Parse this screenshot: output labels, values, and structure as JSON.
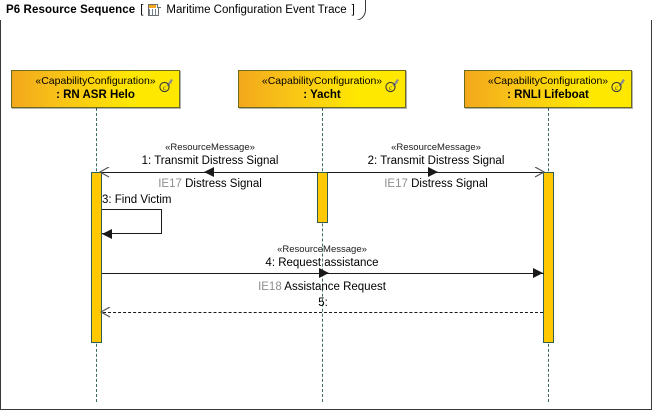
{
  "frame": {
    "title": "P6 Resource Sequence",
    "bracket_open": "[",
    "bracket_close": "]",
    "reference": "Maritime Configuration Event Trace",
    "icon": "diagram-document-icon"
  },
  "colors": {
    "lifeline_head_left": "#f3a81c",
    "lifeline_head_right": "#ffe800",
    "activation_fill": "#ffc800",
    "activation_border": "#2f5f4f",
    "lifeline_dash": "#3f6b63",
    "message_line": "#1a1a1a",
    "payload_id_text": "#8f8f8f",
    "frame_border": "#3a3a3a"
  },
  "lifelines": [
    {
      "id": "rn-asr-helo",
      "stereotype": "«CapabilityConfiguration»",
      "name": ": RN ASR Helo",
      "icon": "capability-configuration-icon"
    },
    {
      "id": "yacht",
      "stereotype": "«CapabilityConfiguration»",
      "name": ": Yacht",
      "icon": "capability-configuration-icon"
    },
    {
      "id": "rnli-lifeboat",
      "stereotype": "«CapabilityConfiguration»",
      "name": ": RNLI Lifeboat",
      "icon": "capability-configuration-icon"
    }
  ],
  "messages": [
    {
      "seq": "1",
      "stereotype": "«ResourceMessage»",
      "label": "1: Transmit Distress Signal",
      "payload_id": "IE17",
      "payload_name": "Distress Signal",
      "from": "yacht",
      "to": "rn-asr-helo",
      "direction": "left",
      "style": "solid"
    },
    {
      "seq": "2",
      "stereotype": "«ResourceMessage»",
      "label": "2: Transmit Distress Signal",
      "payload_id": "IE17",
      "payload_name": "Distress Signal",
      "from": "yacht",
      "to": "rnli-lifeboat",
      "direction": "right",
      "style": "solid"
    },
    {
      "seq": "3",
      "stereotype": "",
      "label": "3: Find Victim",
      "payload_id": "",
      "payload_name": "",
      "from": "rn-asr-helo",
      "to": "rn-asr-helo",
      "direction": "self",
      "style": "solid"
    },
    {
      "seq": "4",
      "stereotype": "«ResourceMessage»",
      "label": "4: Request assistance",
      "payload_id": "IE18",
      "payload_name": "Assistance Request",
      "from": "rn-asr-helo",
      "to": "rnli-lifeboat",
      "direction": "right",
      "style": "solid"
    },
    {
      "seq": "5",
      "stereotype": "",
      "label": "5:",
      "payload_id": "",
      "payload_name": "",
      "from": "rnli-lifeboat",
      "to": "rn-asr-helo",
      "direction": "left",
      "style": "dashed"
    }
  ]
}
